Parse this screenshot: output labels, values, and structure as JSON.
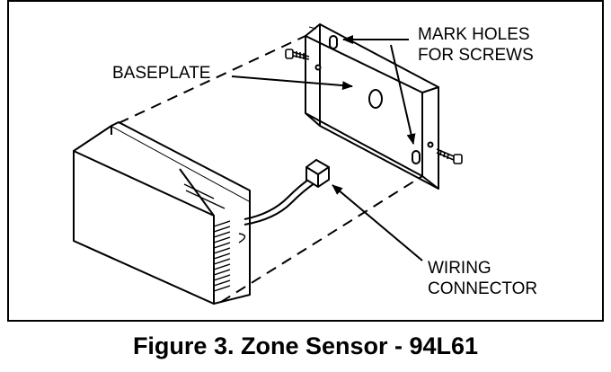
{
  "labels": {
    "baseplate": "BASEPLATE",
    "mark_holes_line1": "MARK HOLES",
    "mark_holes_line2": "FOR SCREWS",
    "wiring_line1": "WIRING",
    "wiring_line2": "CONNECTOR"
  },
  "caption": "Figure 3. Zone Sensor - 94L61",
  "colors": {
    "line": "#000000",
    "background": "#ffffff"
  }
}
